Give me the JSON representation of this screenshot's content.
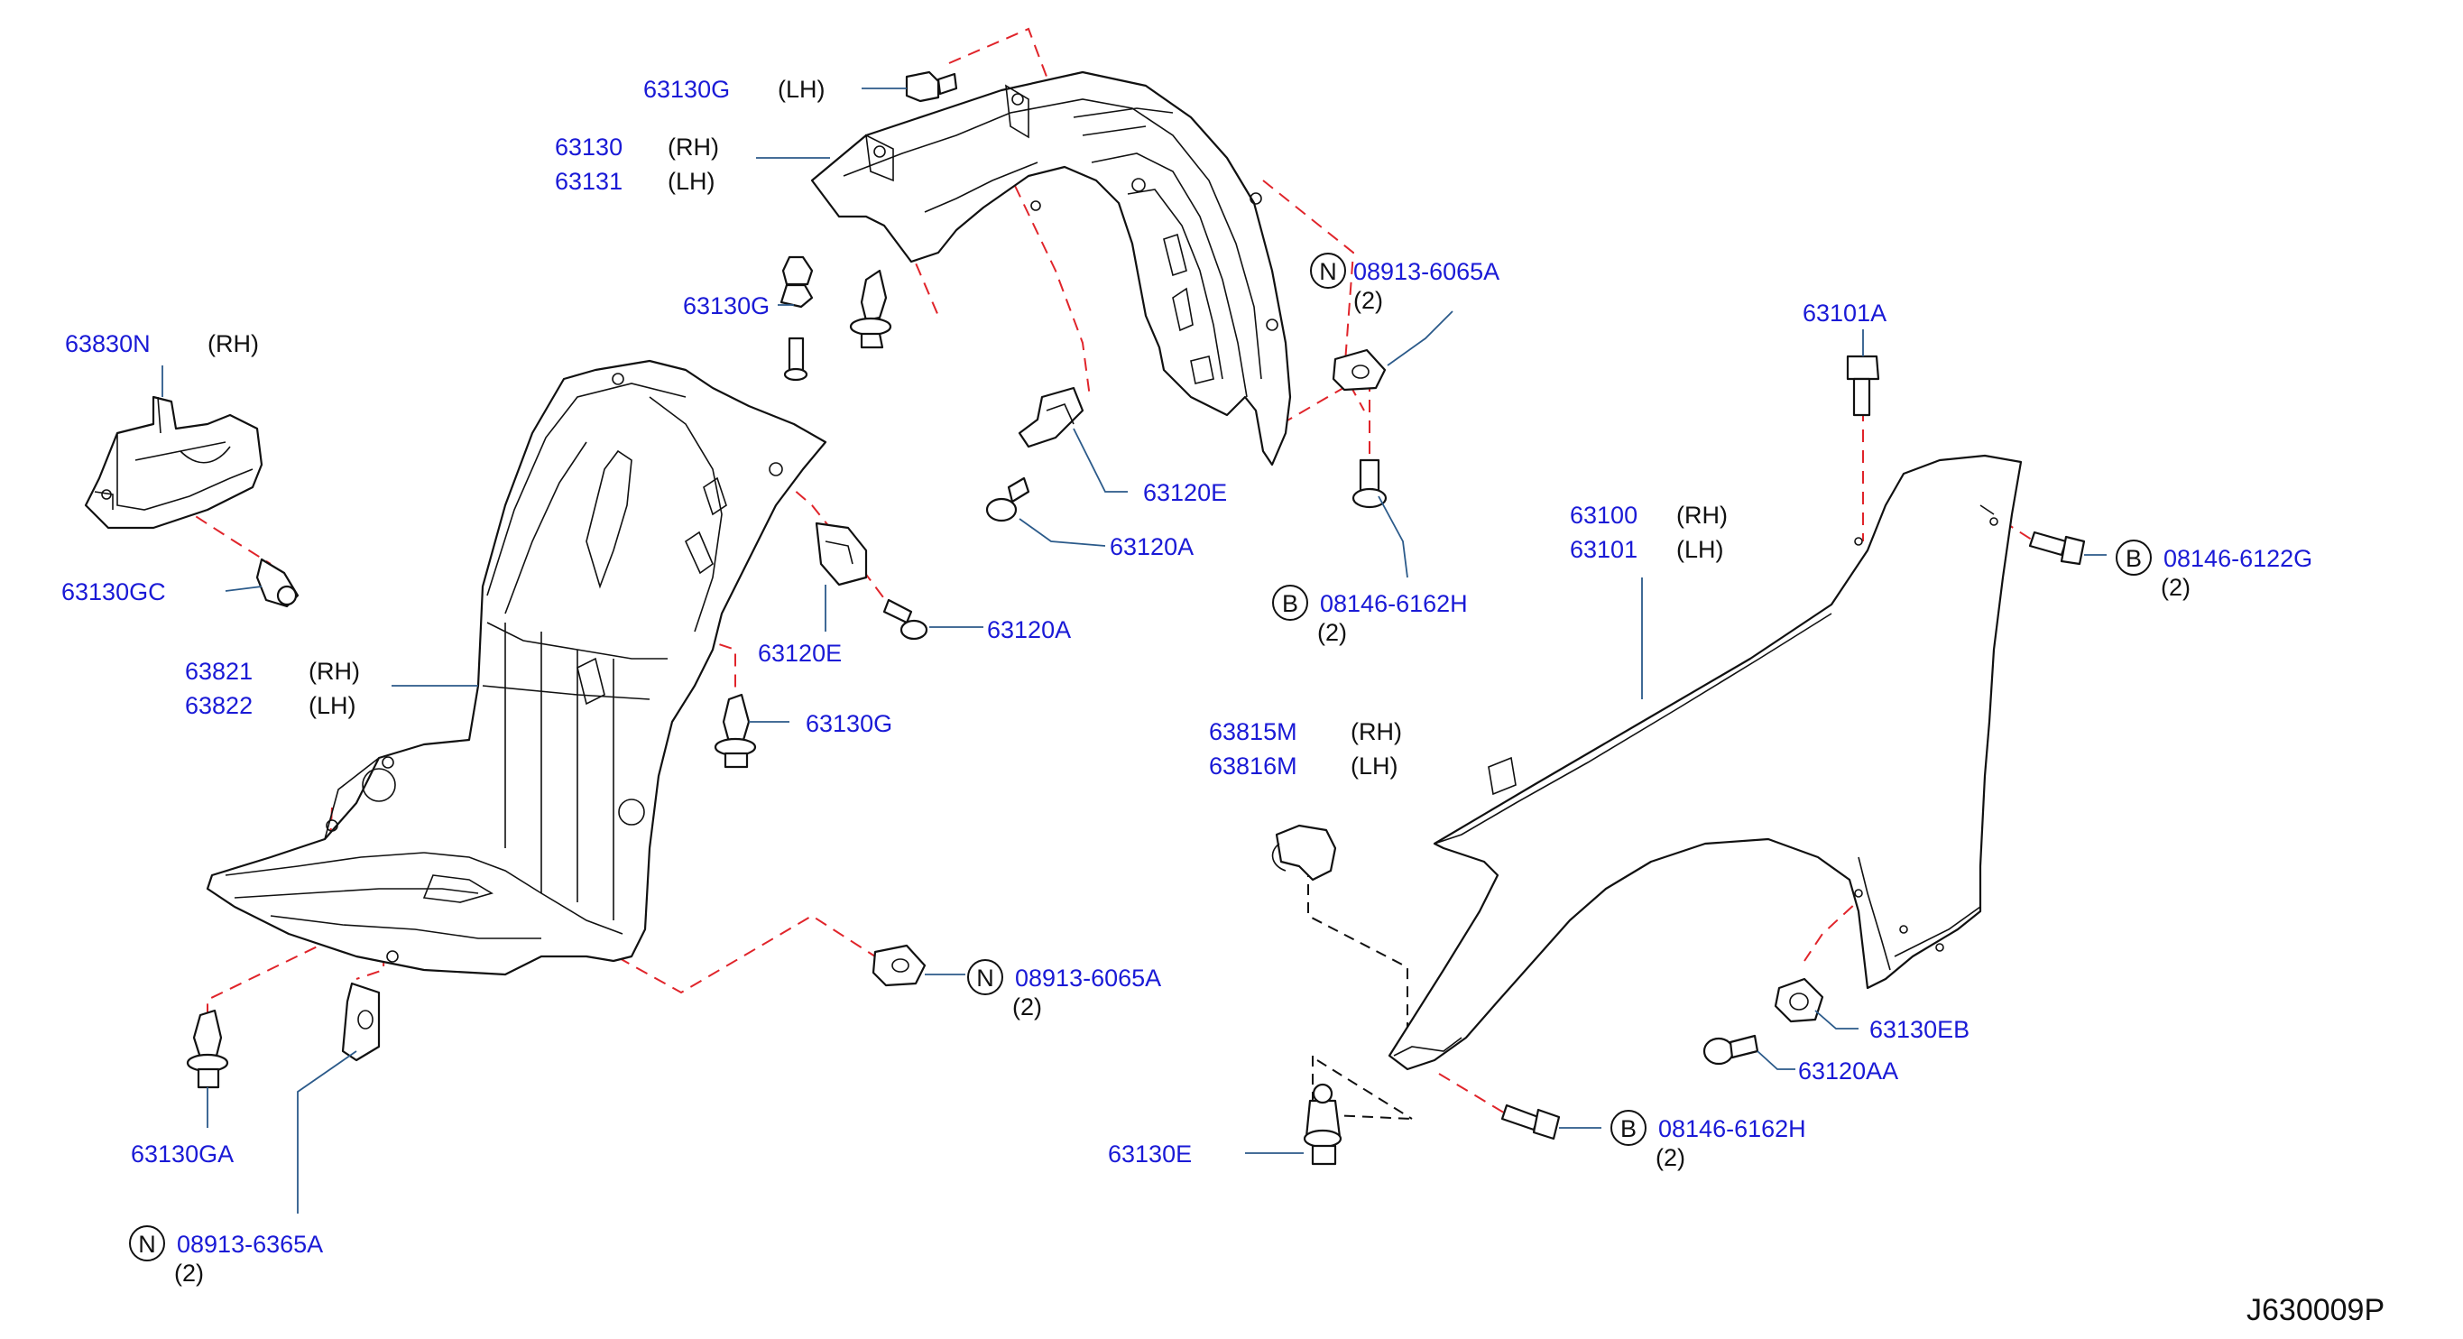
{
  "diagram_code": "J630009P",
  "labels": {
    "l_63130g_top": "63130G",
    "l_63130g_top_side": "(LH)",
    "l_63130": "63130",
    "l_63130_side": "(RH)",
    "l_63131": "63131",
    "l_63131_side": "(LH)",
    "l_63130g_mid": "63130G",
    "l_63830n": "63830N",
    "l_63830n_side": "(RH)",
    "l_63130gc": "63130GC",
    "l_63821": "63821",
    "l_63821_side": "(RH)",
    "l_63822": "63822",
    "l_63822_side": "(LH)",
    "l_63120e_left": "63120E",
    "l_63120a_left": "63120A",
    "l_63130g_low": "63130G",
    "l_63120e_right": "63120E",
    "l_63120a_right": "63120A",
    "l_n_top": "08913-6065A",
    "l_n_top_qty": "(2)",
    "l_b_mid": "08146-6162H",
    "l_b_mid_qty": "(2)",
    "l_63101a": "63101A",
    "l_63100": "63100",
    "l_63100_side": "(RH)",
    "l_63101": "63101",
    "l_63101_side": "(LH)",
    "l_b_right": "08146-6122G",
    "l_b_right_qty": "(2)",
    "l_63815m": "63815M",
    "l_63815m_side": "(RH)",
    "l_63816m": "63816M",
    "l_63816m_side": "(LH)",
    "l_n_low": "08913-6065A",
    "l_n_low_qty": "(2)",
    "l_63130ga": "63130GA",
    "l_n_bottom": "08913-6365A",
    "l_n_bottom_qty": "(2)",
    "l_63130eb": "63130EB",
    "l_63120aa": "63120AA",
    "l_b_bottom": "08146-6162H",
    "l_b_bottom_qty": "(2)",
    "l_63130e": "63130E"
  },
  "symbols": {
    "nut": "N",
    "bolt": "B"
  }
}
